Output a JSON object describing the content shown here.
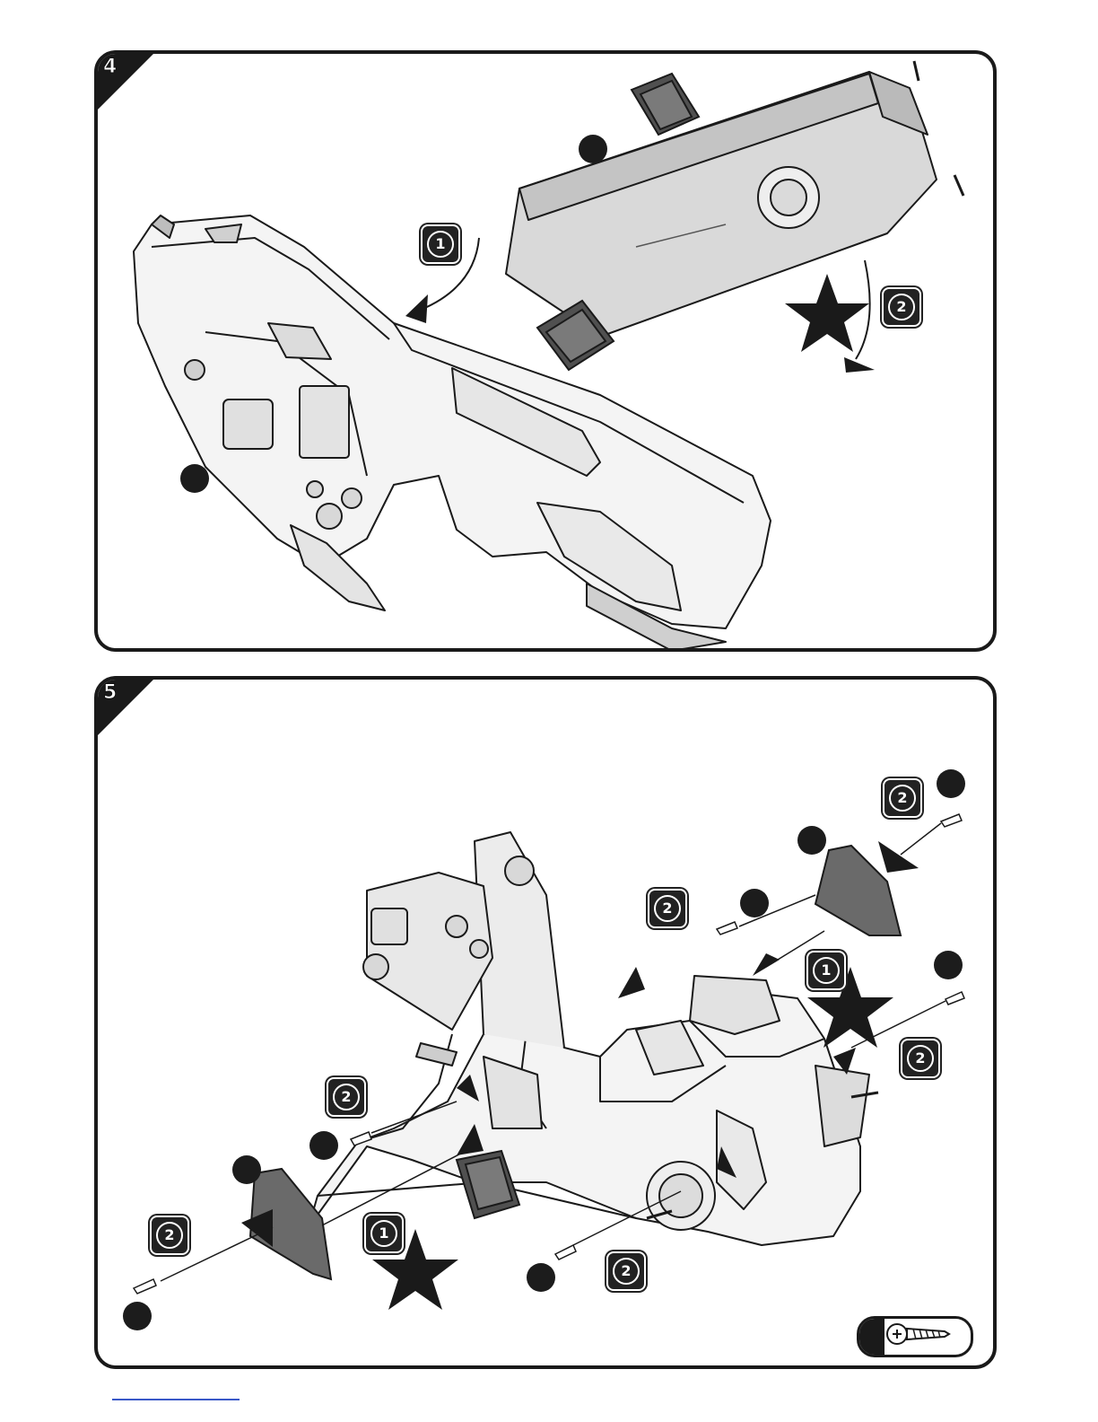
{
  "steps": [
    {
      "number": "4",
      "badges": [
        "1",
        "2"
      ]
    },
    {
      "number": "5",
      "badges": [
        "2",
        "2",
        "1",
        "2",
        "2",
        "1",
        "2",
        "2"
      ]
    }
  ],
  "icons": {
    "callout": "black-dot",
    "tighten": "star-icon",
    "hardware": "screw-icon",
    "direction": "arrow-icon"
  },
  "colors": {
    "outline": "#1a1a1a",
    "part_fill": "#e8e8e8",
    "dark_part": "#5c5c5c",
    "footer_link": "#3a58c8"
  }
}
